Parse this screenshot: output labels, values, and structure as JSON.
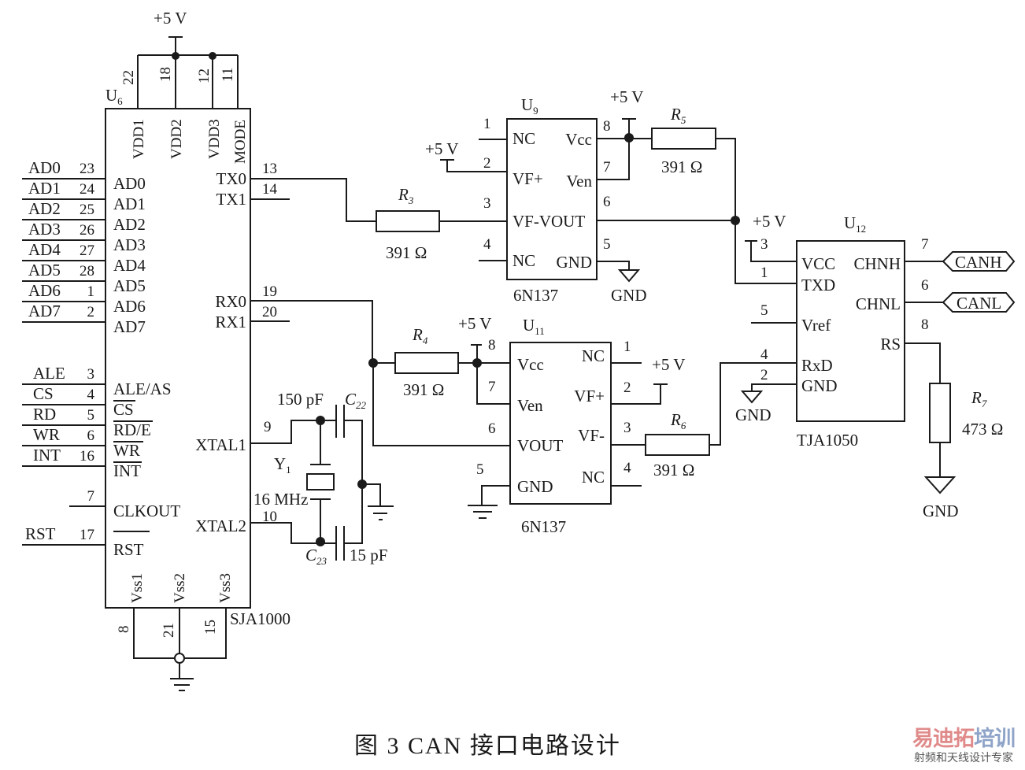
{
  "figure": {
    "caption": "图 3  CAN 接口电路设计",
    "watermark": {
      "brand_part1": "易迪拓",
      "brand_part2": "培训",
      "tagline": "射频和天线设计专家",
      "color_part1": "#e08a8a",
      "color_part2": "#8fa4c8"
    }
  },
  "power": {
    "vcc_label": "+5 V",
    "gnd_label": "GND"
  },
  "u6": {
    "ref": "U",
    "ref_sub": "6",
    "part": "SJA1000",
    "top_pins": [
      {
        "num": "22",
        "name": "VDD1"
      },
      {
        "num": "18",
        "name": "VDD2"
      },
      {
        "num": "12",
        "name": "VDD3"
      },
      {
        "num": "11",
        "name": "MODE"
      }
    ],
    "left_pins": [
      {
        "net": "AD0",
        "num": "23",
        "name": "AD0"
      },
      {
        "net": "AD1",
        "num": "24",
        "name": "AD1"
      },
      {
        "net": "AD2",
        "num": "25",
        "name": "AD2"
      },
      {
        "net": "AD3",
        "num": "26",
        "name": "AD3"
      },
      {
        "net": "AD4",
        "num": "27",
        "name": "AD4"
      },
      {
        "net": "AD5",
        "num": "28",
        "name": "AD5"
      },
      {
        "net": "AD6",
        "num": "1",
        "name": "AD6"
      },
      {
        "net": "AD7",
        "num": "2",
        "name": "AD7"
      },
      {
        "net": "ALE",
        "num": "3",
        "name": "ALE/AS"
      },
      {
        "net": "CS",
        "num": "4",
        "name": "CS"
      },
      {
        "net": "RD",
        "num": "5",
        "name": "RD/E"
      },
      {
        "net": "WR",
        "num": "6",
        "name": "WR"
      },
      {
        "net": "INT",
        "num": "16",
        "name": "INT"
      },
      {
        "net": "",
        "num": "7",
        "name": "CLKOUT"
      },
      {
        "net": "RST",
        "num": "17",
        "name": "RST"
      }
    ],
    "right_pins": [
      {
        "num": "13",
        "name": "TX0"
      },
      {
        "num": "14",
        "name": "TX1"
      },
      {
        "num": "19",
        "name": "RX0"
      },
      {
        "num": "20",
        "name": "RX1"
      },
      {
        "num": "9",
        "name": "XTAL1"
      },
      {
        "num": "10",
        "name": "XTAL2"
      }
    ],
    "bottom_pins": [
      {
        "num": "8",
        "name": "Vss1"
      },
      {
        "num": "21",
        "name": "Vss2"
      },
      {
        "num": "15",
        "name": "Vss3"
      }
    ]
  },
  "crystal": {
    "ref": "Y",
    "ref_sub": "1",
    "value": "16 MHz"
  },
  "c22": {
    "ref": "C",
    "ref_sub": "22",
    "value": "150 pF"
  },
  "c23": {
    "ref": "C",
    "ref_sub": "23",
    "value": "15 pF"
  },
  "r3": {
    "ref": "R",
    "ref_sub": "3",
    "value": "391 Ω"
  },
  "r4": {
    "ref": "R",
    "ref_sub": "4",
    "value": "391 Ω"
  },
  "r5": {
    "ref": "R",
    "ref_sub": "5",
    "value": "391 Ω"
  },
  "r6": {
    "ref": "R",
    "ref_sub": "6",
    "value": "391 Ω"
  },
  "r7": {
    "ref": "R",
    "ref_sub": "7",
    "value": "473 Ω"
  },
  "u9": {
    "ref": "U",
    "ref_sub": "9",
    "part": "6N137",
    "left_pins": [
      {
        "num": "1",
        "name": "NC"
      },
      {
        "num": "2",
        "name": "VF+"
      },
      {
        "num": "3",
        "name": "VF-VOUT"
      },
      {
        "num": "4",
        "name": "NC"
      }
    ],
    "right_pins": [
      {
        "num": "8",
        "name": "Vcc"
      },
      {
        "num": "7",
        "name": "Ven"
      },
      {
        "num": "6",
        "name": ""
      },
      {
        "num": "5",
        "name": "GND"
      }
    ]
  },
  "u11": {
    "ref": "U",
    "ref_sub": "11",
    "part": "6N137",
    "left_pins": [
      {
        "num": "8",
        "name": "Vcc"
      },
      {
        "num": "7",
        "name": "Ven"
      },
      {
        "num": "6",
        "name": "VOUT"
      },
      {
        "num": "5",
        "name": "GND"
      }
    ],
    "right_pins": [
      {
        "num": "1",
        "name": "NC"
      },
      {
        "num": "2",
        "name": "VF+"
      },
      {
        "num": "3",
        "name": "VF-"
      },
      {
        "num": "4",
        "name": "NC"
      }
    ]
  },
  "u12": {
    "ref": "U",
    "ref_sub": "12",
    "part": "TJA1050",
    "left_pins": [
      {
        "num": "3",
        "name": "VCC"
      },
      {
        "num": "1",
        "name": "TXD"
      },
      {
        "num": "5",
        "name": "Vref"
      },
      {
        "num": "4",
        "name": "RxD"
      },
      {
        "num": "2",
        "name": "GND"
      }
    ],
    "right_pins": [
      {
        "num": "7",
        "name": "CHNH"
      },
      {
        "num": "6",
        "name": "CHNL"
      },
      {
        "num": "8",
        "name": "RS"
      }
    ]
  },
  "bus_ports": [
    {
      "label": "CANH"
    },
    {
      "label": "CANL"
    }
  ]
}
